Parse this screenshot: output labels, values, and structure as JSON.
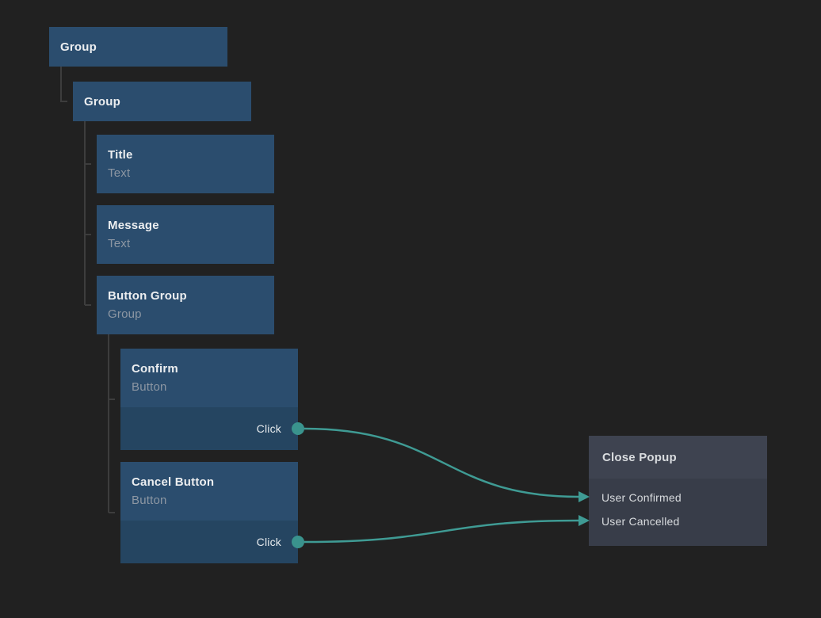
{
  "canvas": {
    "background": "#212121"
  },
  "colors": {
    "node_blue": "#2b4d6e",
    "node_blue_port_strip": "#254561",
    "action_node_header": "#3e4350",
    "action_node_body": "#383d49",
    "wire_teal": "#3f9b94",
    "tree_connector_gray": "#3d3d3d",
    "title_text": "#eceef0",
    "subtitle_text": "#8d97a3"
  },
  "nodes": [
    {
      "title": "Group"
    },
    {
      "title": "Group"
    },
    {
      "title": "Title",
      "subtitle": "Text"
    },
    {
      "title": "Message",
      "subtitle": "Text"
    },
    {
      "title": "Button Group",
      "subtitle": "Group"
    },
    {
      "title": "Confirm",
      "subtitle": "Button",
      "port": "Click"
    },
    {
      "title": "Cancel Button",
      "subtitle": "Button",
      "port": "Click"
    }
  ],
  "action_node": {
    "title": "Close Popup",
    "inputs": [
      "User Confirmed",
      "User Cancelled"
    ]
  },
  "edges": [
    {
      "from_node": "Confirm",
      "from_port": "Click",
      "to_node": "Close Popup",
      "to_port": "User Confirmed"
    },
    {
      "from_node": "Cancel Button",
      "from_port": "Click",
      "to_node": "Close Popup",
      "to_port": "User Cancelled"
    }
  ]
}
